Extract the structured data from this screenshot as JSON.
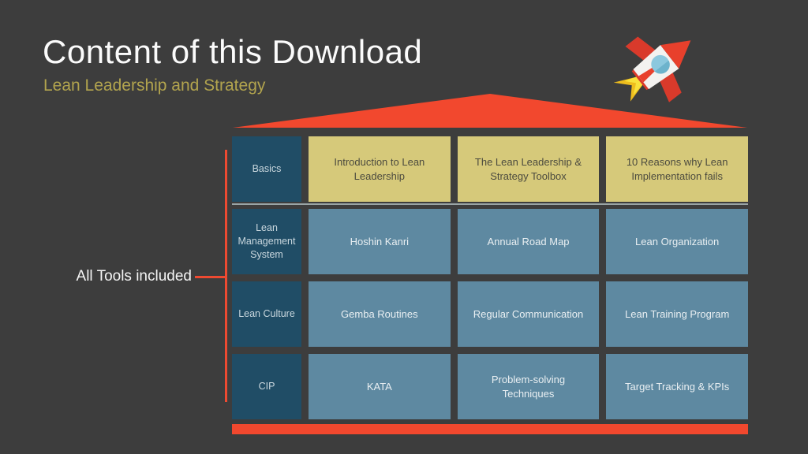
{
  "slide": {
    "title": "Content of this Download",
    "subtitle": "Lean Leadership and Strategy",
    "callout": "All Tools included"
  },
  "colors": {
    "background": "#3d3d3d",
    "accent_red": "#f2482e",
    "header_teal": "#204d66",
    "basics_yellow": "#d6c97a",
    "tool_blue": "#5e89a1",
    "subtitle_olive": "#b2a44e"
  },
  "icons": {
    "rocket": "rocket-icon"
  },
  "table": {
    "rows": [
      {
        "header": "Basics",
        "cells": [
          "Introduction to Lean Leadership",
          "The Lean Leadership & Strategy Toolbox",
          "10 Reasons why Lean Implementation fails"
        ]
      },
      {
        "header": "Lean Management System",
        "cells": [
          "Hoshin Kanri",
          "Annual Road Map",
          "Lean Organization"
        ]
      },
      {
        "header": "Lean Culture",
        "cells": [
          "Gemba Routines",
          "Regular Communication",
          "Lean Training Program"
        ]
      },
      {
        "header": "CIP",
        "cells": [
          "KATA",
          "Problem-solving Techniques",
          "Target Tracking & KPIs"
        ]
      }
    ]
  }
}
